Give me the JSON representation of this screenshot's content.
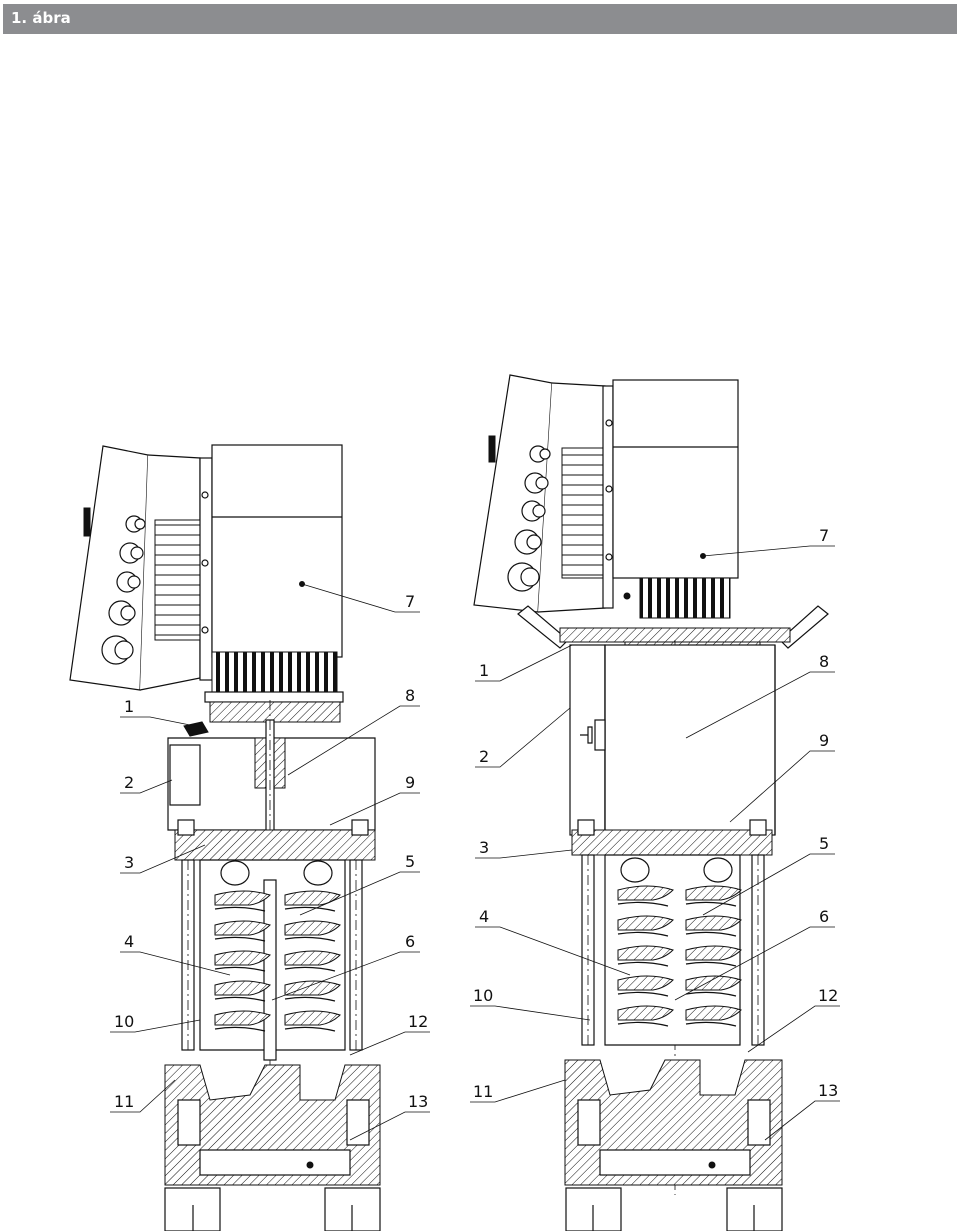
{
  "header": {
    "title": "1. ábra"
  },
  "figure": {
    "left_pump": {
      "callouts": [
        "1",
        "2",
        "3",
        "4",
        "10",
        "11",
        "7",
        "8",
        "9",
        "5",
        "6",
        "12",
        "13"
      ]
    },
    "right_pump": {
      "callouts": [
        "1",
        "2",
        "3",
        "4",
        "10",
        "11",
        "7",
        "8",
        "9",
        "5",
        "6",
        "12",
        "13"
      ]
    }
  },
  "colors": {
    "header_bar": "#8c8d90",
    "line": "#111111"
  }
}
